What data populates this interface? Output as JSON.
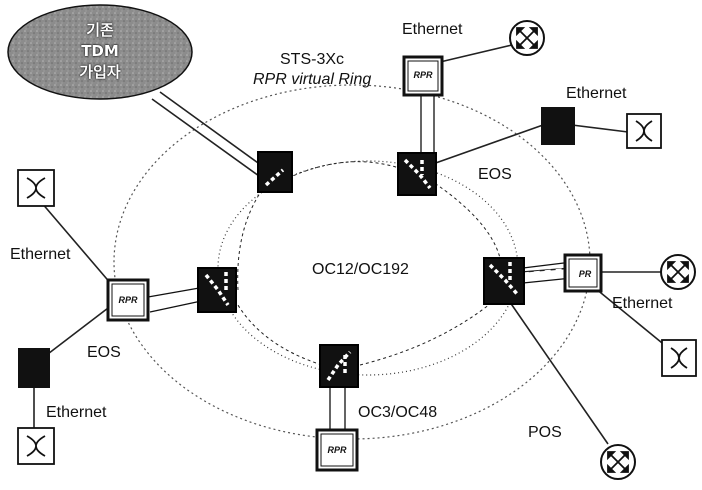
{
  "legacy_cloud": {
    "lines": [
      "기존",
      "TDM",
      "가입자"
    ]
  },
  "labels": {
    "virtual_ring_line1": "STS-3Xc",
    "virtual_ring_line2": "RPR virtual Ring",
    "inner_ring": "OC12/OC192",
    "tributary": "OC3/OC48",
    "eos_right": "EOS",
    "eos_left": "EOS",
    "pos": "POS",
    "ethernet_top": "Ethernet",
    "ethernet_top_right": "Ethernet",
    "ethernet_left": "Ethernet",
    "ethernet_bottom_left": "Ethernet",
    "ethernet_right": "Ethernet"
  },
  "rpr_text": {
    "top": "RPR",
    "left": "RPR",
    "right": "PR",
    "bottom": "RPR"
  },
  "icons": {
    "router": "router-cross-icon",
    "switch": "switch-x-icon",
    "adm": "adm-node-icon",
    "rpr": "rpr-node-icon"
  },
  "colors": {
    "node_fill": "#111111",
    "line": "#222222",
    "cloud_fill": "#8c8c8c"
  }
}
